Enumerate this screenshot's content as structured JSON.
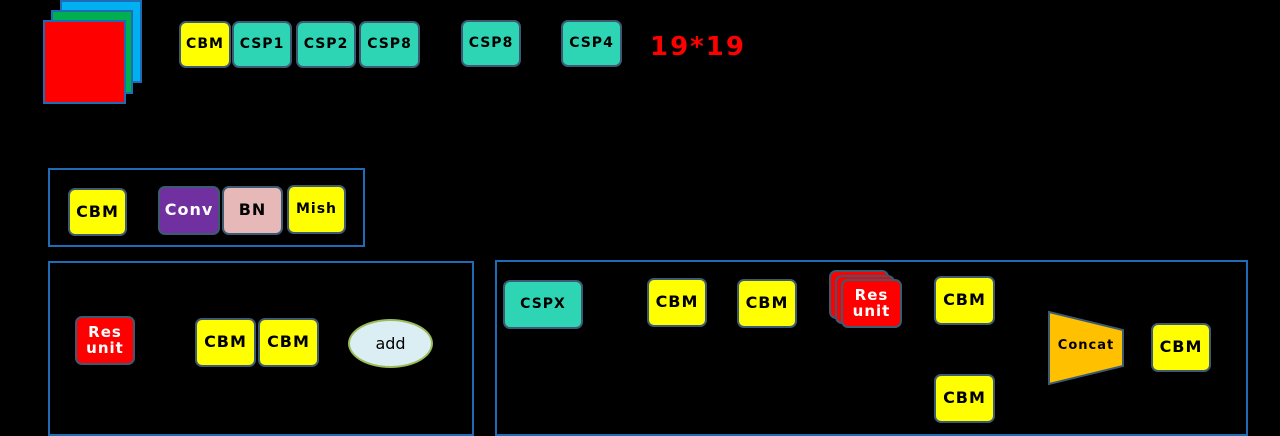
{
  "top_row": {
    "cbm": "CBM",
    "csp1": "CSP1",
    "csp2": "CSP2",
    "csp8_a": "CSP8",
    "csp8_b": "CSP8",
    "csp4": "CSP4",
    "output_size": "19*19"
  },
  "cbm_legend": {
    "cbm": "CBM",
    "conv": "Conv",
    "bn": "BN",
    "mish": "Mish"
  },
  "res_unit_legend": {
    "res_unit": "Res\nunit",
    "cbm_1": "CBM",
    "cbm_2": "CBM",
    "add": "add"
  },
  "cspx_legend": {
    "cspx": "CSPX",
    "cbm_1": "CBM",
    "cbm_2": "CBM",
    "res_unit": "Res\nunit",
    "cbm_3": "CBM",
    "cbm_branch": "CBM",
    "concat": "Concat",
    "cbm_out": "CBM"
  },
  "colors": {
    "yellow": "#ffff00",
    "teal": "#2ed5b4",
    "purple": "#7030a0",
    "pink": "#e6b9b8",
    "red": "#ff0000",
    "concat_orange": "#ffc000",
    "frame_blue": "#1f6bb5"
  }
}
